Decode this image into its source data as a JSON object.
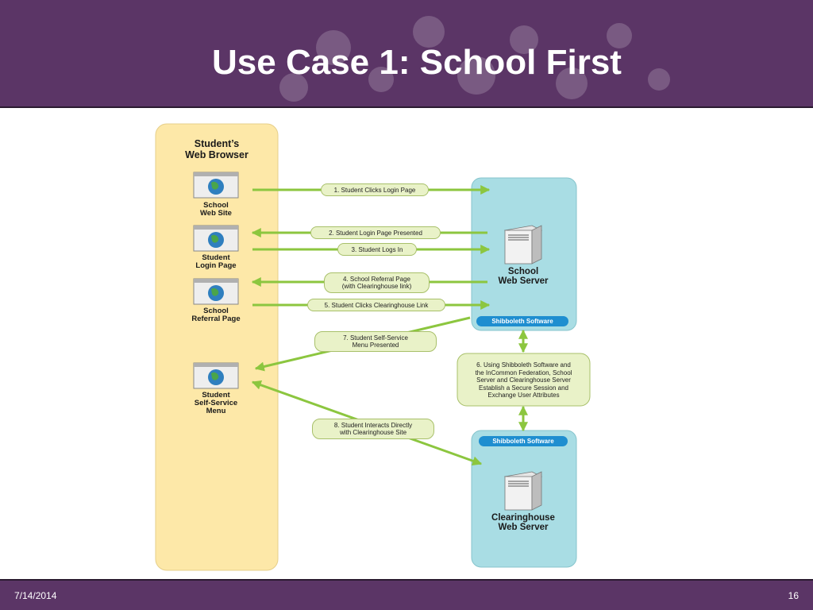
{
  "slide": {
    "title": "Use Case 1: School First",
    "date": "7/14/2014",
    "page_number": "16"
  },
  "diagram": {
    "browser": {
      "title_line1": "Student’s",
      "title_line2": "Web Browser",
      "pages": [
        {
          "line1": "School",
          "line2": "Web Site",
          "line3": ""
        },
        {
          "line1": "Student",
          "line2": "Login Page",
          "line3": ""
        },
        {
          "line1": "School",
          "line2": "Referral Page",
          "line3": ""
        },
        {
          "line1": "Student",
          "line2": "Self-Service",
          "line3": "Menu"
        }
      ]
    },
    "school_server": {
      "line1": "School",
      "line2": "Web Server",
      "badge": "Shibboleth Software"
    },
    "clearinghouse_server": {
      "line1": "Clearinghouse",
      "line2": "Web Server",
      "badge": "Shibboleth Software"
    },
    "steps": [
      {
        "line1": "1. Student Clicks Login Page",
        "line2": ""
      },
      {
        "line1": "2. Student Login Page Presented",
        "line2": ""
      },
      {
        "line1": "3. Student Logs In",
        "line2": ""
      },
      {
        "line1": "4. School Referral Page",
        "line2": "(with Clearinghouse link)"
      },
      {
        "line1": "5. Student Clicks Clearinghouse Link",
        "line2": ""
      },
      {
        "line1": "6. Using Shibboleth Software and",
        "line2": "the InCommon Federation, School",
        "line3": "Server and Clearinghouse Server",
        "line4": "Establish a Secure Session and",
        "line5": "Exchange User Attributes"
      },
      {
        "line1": "7. Student Self-Service",
        "line2": "Menu Presented"
      },
      {
        "line1": "8. Student Interacts Directly",
        "line2": "with Clearinghouse Site"
      }
    ],
    "colors": {
      "header": "#5b3566",
      "browser_panel": "#fde8a8",
      "server_panel": "#a9dde4",
      "arrow": "#8cc63f",
      "pill": "#e9f2c8",
      "badge": "#1e8ed0"
    }
  }
}
